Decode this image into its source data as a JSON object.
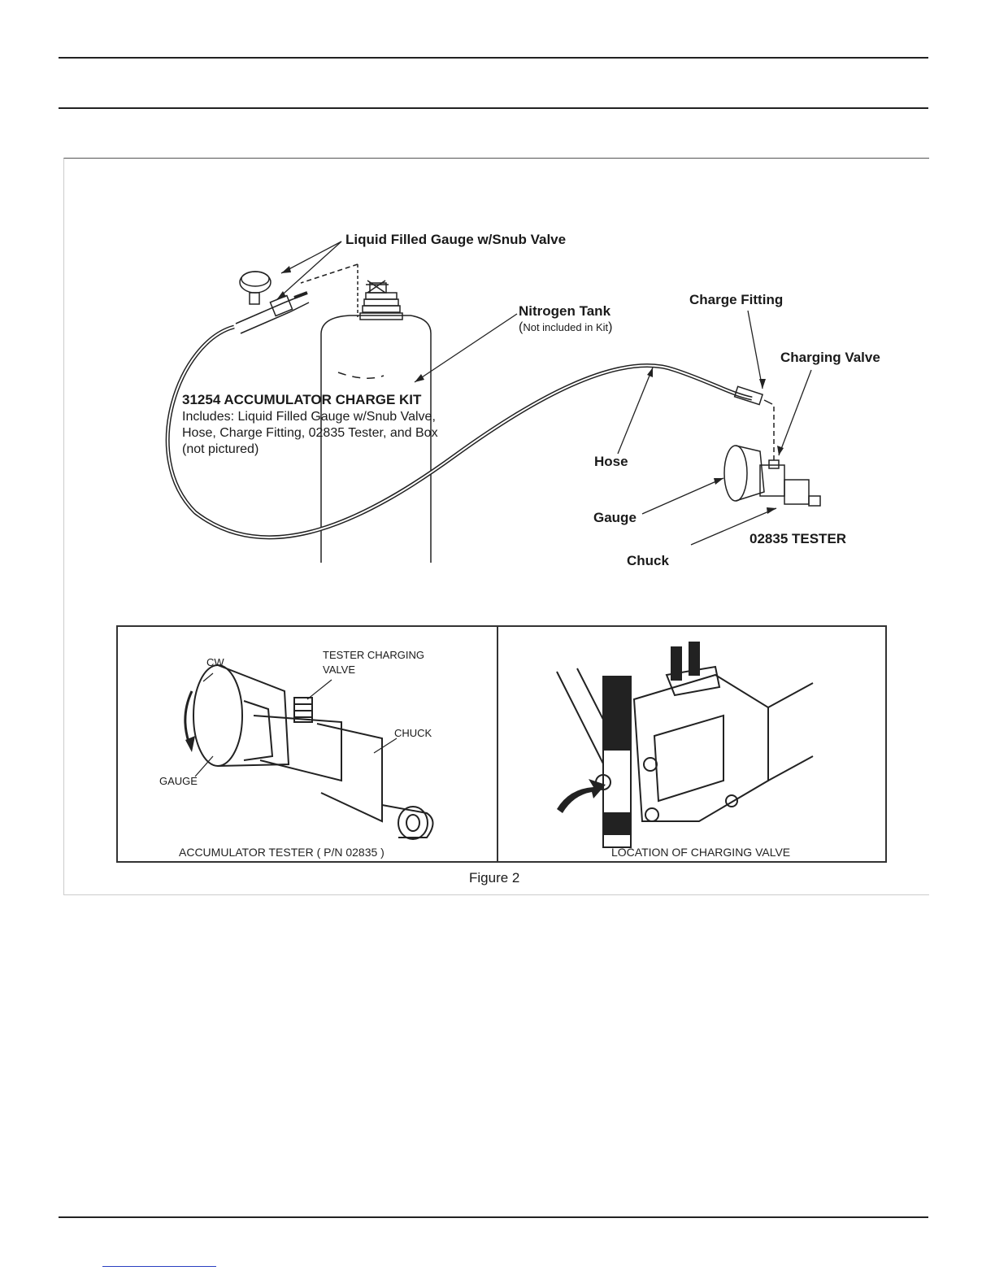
{
  "labels": {
    "gauge_snub": "Liquid Filled Gauge w/Snub Valve",
    "nitrogen_tank": "Nitrogen Tank",
    "not_included_open": "(",
    "not_included": "Not included in Kit",
    "not_included_close": ")",
    "charge_fitting": "Charge Fitting",
    "charging_valve": "Charging Valve",
    "kit_title": "31254 ACCUMULATOR CHARGE KIT",
    "kit_line1": "Includes: Liquid Filled Gauge w/Snub Valve,",
    "kit_line2": "Hose, Charge Fitting, 02835 Tester, and Box",
    "kit_line3": "(not pictured)",
    "hose": "Hose",
    "gauge": "Gauge",
    "tester": "02835 TESTER",
    "chuck": "Chuck"
  },
  "left_panel": {
    "cw": "CW",
    "tester_charging_1": "TESTER CHARGING",
    "tester_charging_2": "VALVE",
    "chuck": "CHUCK",
    "gauge": "GAUGE",
    "caption": "ACCUMULATOR TESTER ( P/N 02835 )"
  },
  "right_panel": {
    "caption": "LOCATION OF CHARGING VALVE"
  },
  "figure_caption": "Figure 2"
}
